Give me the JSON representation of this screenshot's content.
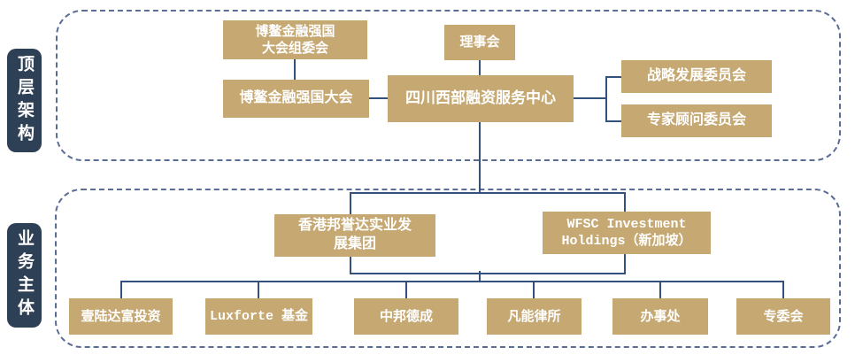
{
  "colors": {
    "box_gold": "#c5a872",
    "line_navy": "#33517d",
    "label_navy": "#2e4055",
    "dashed_border": "#5a6d94",
    "text_white": "#ffffff"
  },
  "org": {
    "top_section": {
      "label": "顶层架构",
      "nodes": {
        "committee_org": {
          "line1": "博鳌金融强国",
          "line2": "大会组委会"
        },
        "boao_conference": {
          "text": "博鳌金融强国大会"
        },
        "council": {
          "text": "理事会"
        },
        "center": {
          "text": "四川西部融资服务中心"
        },
        "strategy_committee": {
          "text": "战略发展委员会"
        },
        "expert_committee": {
          "text": "专家顾问委员会"
        }
      }
    },
    "bottom_section": {
      "label": "业务主体",
      "nodes": {
        "hk_group": {
          "line1": "香港邦誉达实业发",
          "line2": "展集团"
        },
        "wfsc": {
          "line1": "WFSC Investment",
          "line2": "Holdings（新加坡）"
        }
      },
      "children": [
        "壹陆达富投资",
        "Luxforte 基金",
        "中邦德成",
        "凡能律所",
        "办事处",
        "专委会"
      ]
    }
  }
}
